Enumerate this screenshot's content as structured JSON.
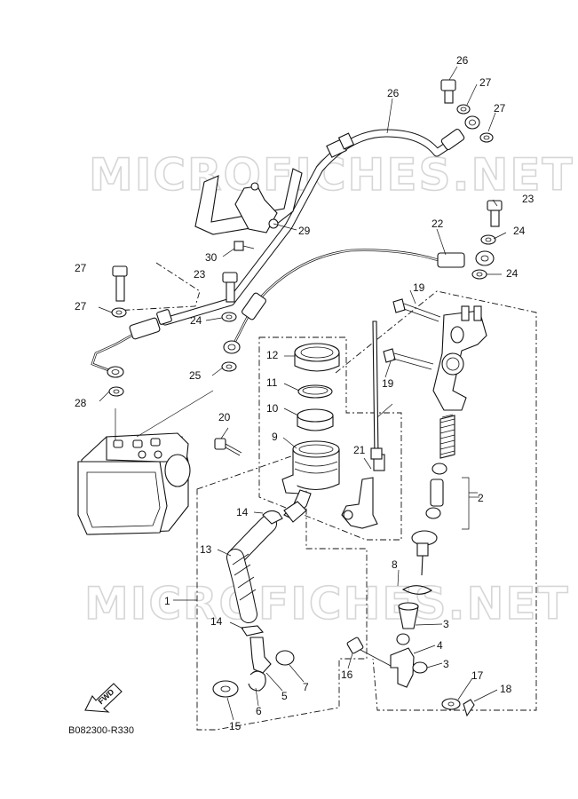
{
  "watermark": "MICROFICHES.NET",
  "forward_label": "FWD",
  "reference_code": "B082300-R330",
  "callouts": [
    "1",
    "2",
    "3",
    "3",
    "4",
    "5",
    "6",
    "7",
    "8",
    "9",
    "10",
    "11",
    "12",
    "13",
    "14",
    "14",
    "15",
    "16",
    "17",
    "18",
    "19",
    "19",
    "20",
    "21",
    "22",
    "23",
    "23",
    "24",
    "24",
    "24",
    "25",
    "26",
    "26",
    "27",
    "27",
    "27",
    "27",
    "28",
    "29",
    "30"
  ]
}
